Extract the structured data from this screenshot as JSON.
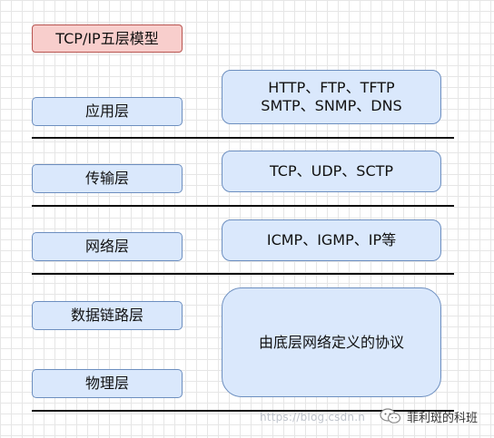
{
  "diagram": {
    "title": "TCP/IP五层模型",
    "layers": [
      {
        "name": "应用层"
      },
      {
        "name": "传输层"
      },
      {
        "name": "网络层"
      },
      {
        "name": "数据链路层"
      },
      {
        "name": "物理层"
      }
    ],
    "protocols": {
      "application": [
        "HTTP、FTP、TFTP",
        "SMTP、SNMP、DNS"
      ],
      "transport": "TCP、UDP、SCTP",
      "network": "ICMP、IGMP、IP等",
      "link_physical": "由底层网络定义的协议"
    }
  },
  "watermark": {
    "url": "https://blog.csdn.n",
    "account": "菲利斑的科班"
  },
  "icons": {
    "badge": "wechat-icon"
  },
  "colors": {
    "title_fill": "#f8cecc",
    "title_stroke": "#b85450",
    "box_fill": "#dae8fc",
    "box_stroke": "#6c8ebf",
    "separator": "#111111"
  }
}
